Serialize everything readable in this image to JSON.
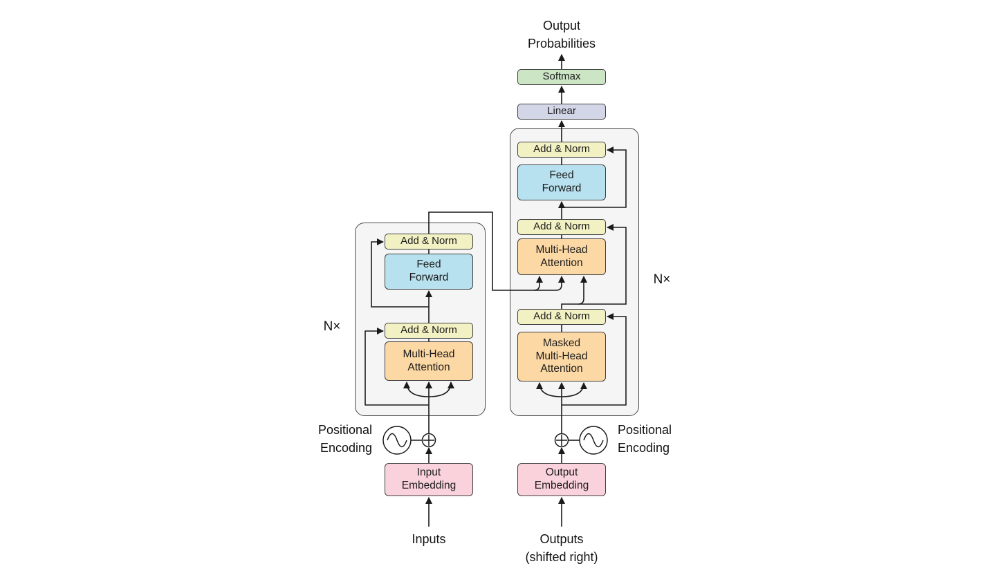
{
  "diagram": {
    "output_probabilities": "Output\nProbabilities",
    "inputs": "Inputs",
    "outputs": "Outputs\n(shifted right)",
    "positional_encoding": "Positional\nEncoding",
    "n_stack": "N×"
  },
  "boxes": {
    "softmax": "Softmax",
    "linear": "Linear",
    "add_norm": "Add & Norm",
    "feed_forward": "Feed\nForward",
    "multi_head_attention": "Multi-Head\nAttention",
    "masked_multi_head_attention": "Masked\nMulti-Head\nAttention",
    "input_embedding": "Input\nEmbedding",
    "output_embedding": "Output\nEmbedding"
  },
  "colors": {
    "softmax": "#cbe5c5",
    "linear": "#d3d6e7",
    "add_norm": "#f1f1c3",
    "feed_forward": "#b8e1ef",
    "attention": "#fcd8a4",
    "embedding": "#f9d2dc",
    "block_bg": "#f5f5f5"
  }
}
